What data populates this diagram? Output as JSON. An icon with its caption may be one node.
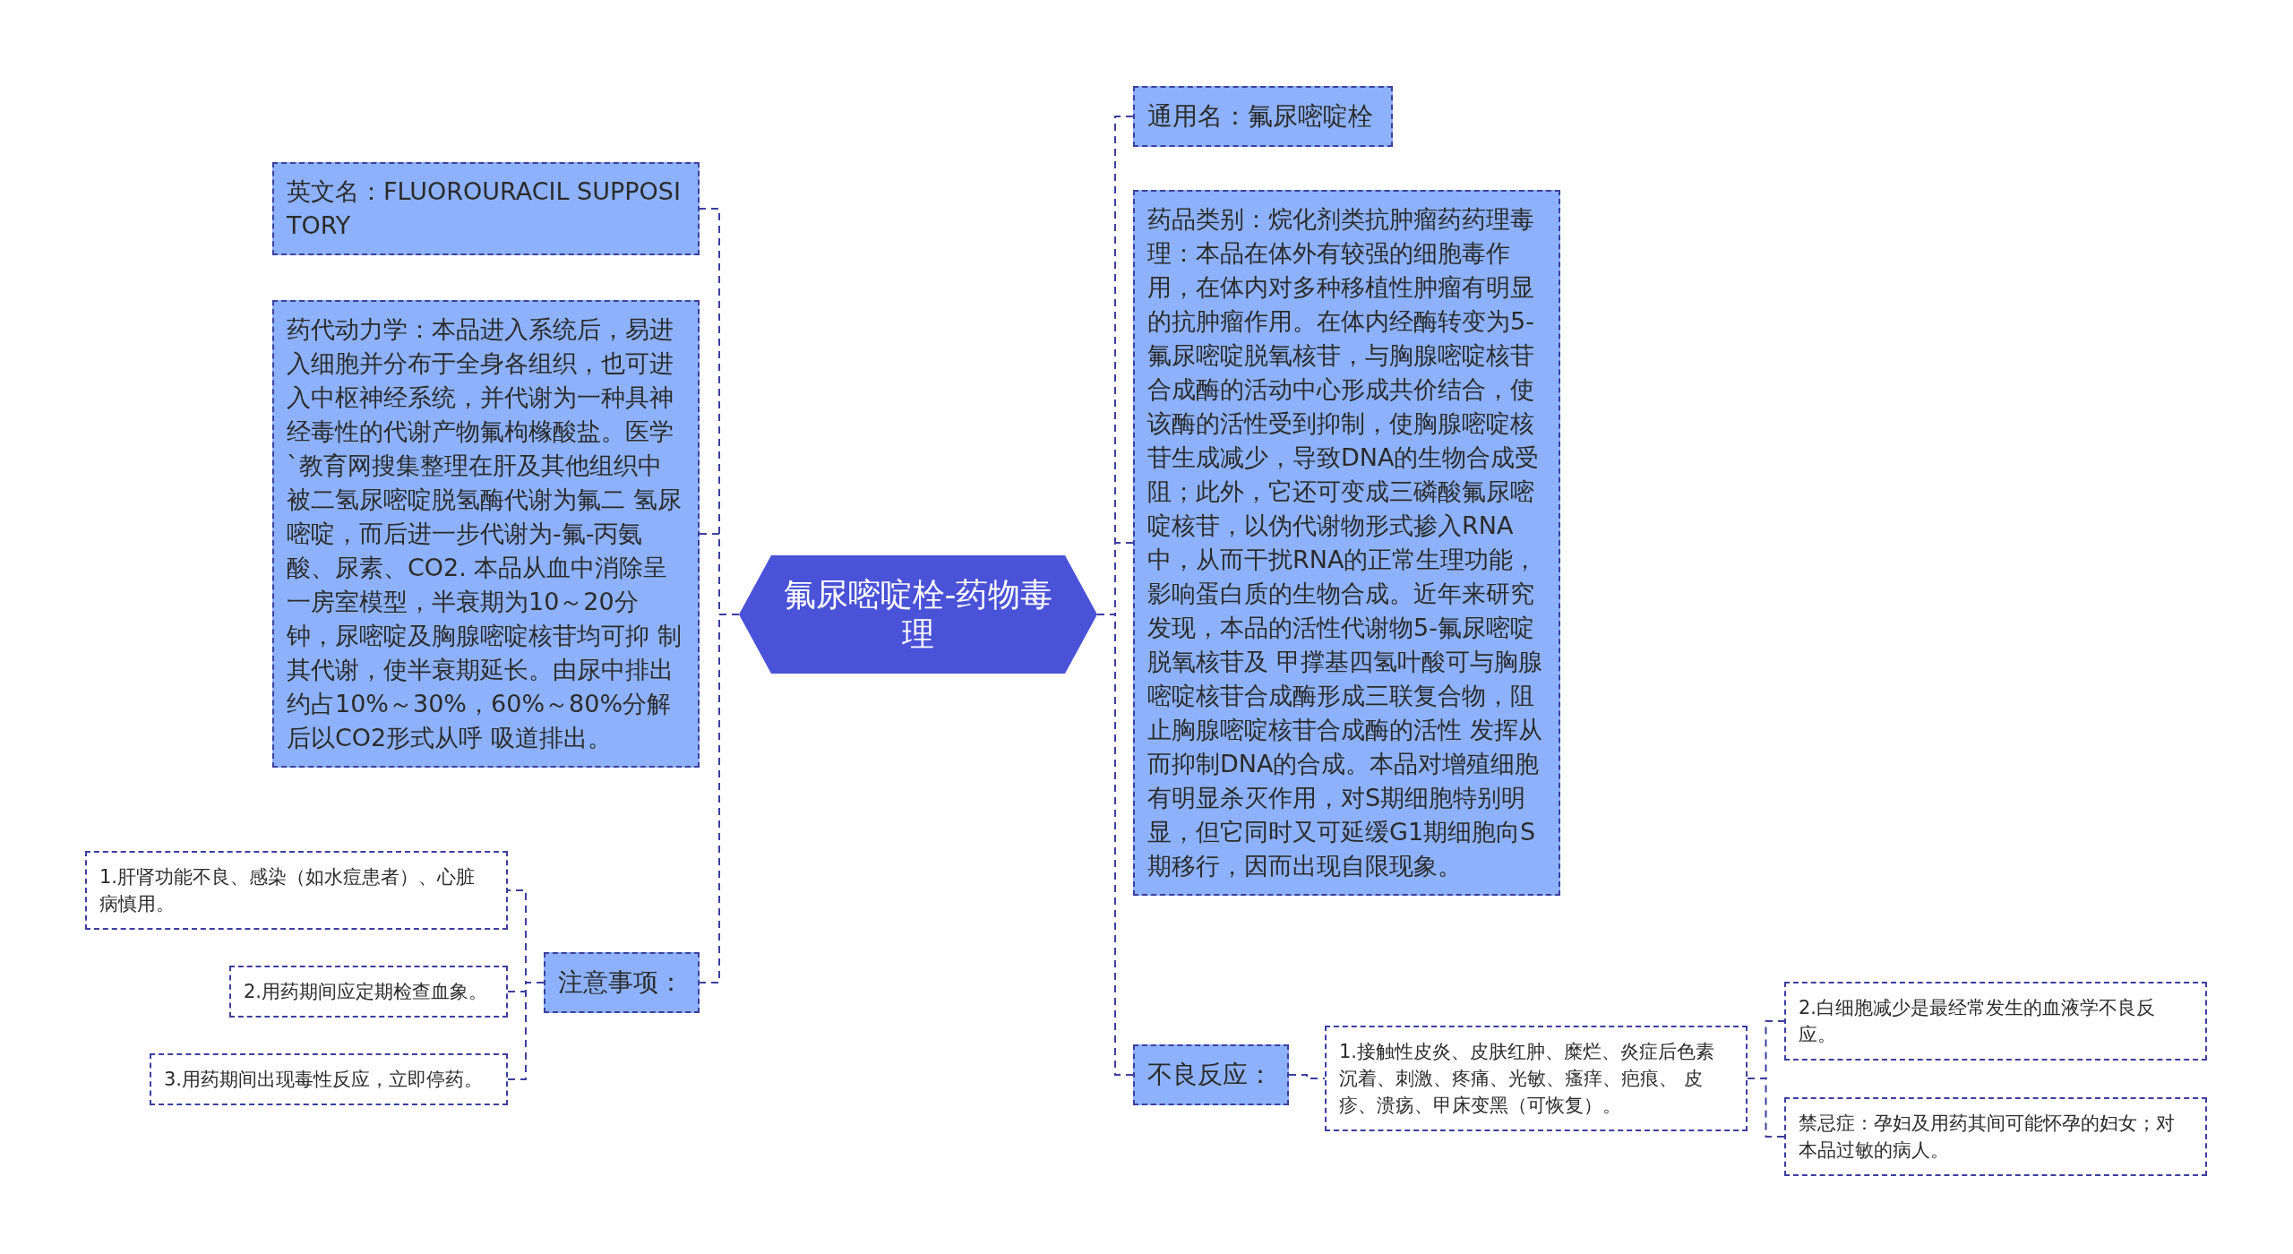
{
  "diagram": {
    "nodes": [
      {
        "text": [
          "氟尿嘧啶栓-药物毒理"
        ]
      },
      {
        "text": [
          "英文名：FLUOROURACIL SUPPOSITORY"
        ]
      },
      {
        "text": [
          "药代动力学：本品进入系统后，易进入细胞并分布于全身各组织，也可进入中枢神经系统，并代谢为一种具神经毒性的代谢产物氟枸橼酸盐。医学`教育网搜集整理在肝及其他组织中被二氢尿嘧啶脱氢酶代谢为氟二 氢尿嘧啶，而后进一步代谢为-氟-丙氨酸、尿素、CO2. 本品从血中消除呈一房室模型，半衰期为10～20分钟，尿嘧啶及胸腺嘧啶核苷均可抑 制其代谢，使半衰期延长。由尿中排出约占10%～30%，60%～80%分解后以CO2形式从呼 吸道排出。"
        ]
      },
      {
        "text": [
          "注意事项："
        ]
      },
      {
        "text": [
          "1.肝肾功能不良、感染（如水痘患者）、心脏病慎用。"
        ]
      },
      {
        "text": [
          "2.用药期间应定期检查血象。"
        ]
      },
      {
        "text": [
          "3.用药期间出现毒性反应，立即停药。"
        ]
      },
      {
        "text": [
          "通用名：氟尿嘧啶栓"
        ]
      },
      {
        "text": [
          "药品类别：烷化剂类抗肿瘤药药理毒理：本品在体外有较强的细胞毒作用，在体内对多种移植性肿瘤有明显的抗肿瘤作用。在体内经酶转变为5-氟尿嘧啶脱氧核苷，与胸腺嘧啶核苷合成酶的活动中心形成共价结合，使该酶的活性受到抑制，使胸腺嘧啶核苷生成减少，导致DNA的生物合成受阻；此外，它还可变成三磷酸氟尿嘧啶核苷，以伪代谢物形式掺入RNA中，从而干扰RNA的正常生理功能，影响蛋白质的生物合成。近年来研究发现，本品的活性代谢物5-氟尿嘧啶脱氧核苷及 甲撑基四氢叶酸可与胸腺嘧啶核苷合成酶形成三联复合物，阻止胸腺嘧啶核苷合成酶的活性 发挥从而抑制DNA的合成。本品对增殖细胞有明显杀灭作用，对S期细胞特别明显，但它同时又可延缓G1期细胞向S期移行，因而出现自限现象。"
        ]
      },
      {
        "text": [
          "不良反应："
        ]
      },
      {
        "text": [
          "1.接触性皮炎、皮肤红肿、糜烂、炎症后色素沉着、刺激、疼痛、光敏、瘙痒、疤痕、 皮疹、溃疡、甲床变黑（可恢复）。"
        ]
      },
      {
        "text": [
          " 2.白细胞减少是最经常发生的血液学不良反应。"
        ]
      },
      {
        "text": [
          "禁忌症：孕妇及用药其间可能怀孕的妇女；对本品过敏的病人。"
        ]
      }
    ],
    "edges": [
      {
        "from": 0,
        "to": 1,
        "arrow": "none"
      },
      {
        "from": 0,
        "to": 2,
        "arrow": "none"
      },
      {
        "from": 0,
        "to": 3,
        "arrow": "none"
      },
      {
        "from": 3,
        "to": 4,
        "arrow": "none"
      },
      {
        "from": 3,
        "to": 5,
        "arrow": "none"
      },
      {
        "from": 3,
        "to": 6,
        "arrow": "none"
      },
      {
        "from": 0,
        "to": 7,
        "arrow": "none"
      },
      {
        "from": 0,
        "to": 8,
        "arrow": "none"
      },
      {
        "from": 0,
        "to": 9,
        "arrow": "none"
      },
      {
        "from": 9,
        "to": 10,
        "arrow": "none"
      },
      {
        "from": 10,
        "to": 11,
        "arrow": "none"
      },
      {
        "from": 10,
        "to": 12,
        "arrow": "none"
      }
    ]
  }
}
